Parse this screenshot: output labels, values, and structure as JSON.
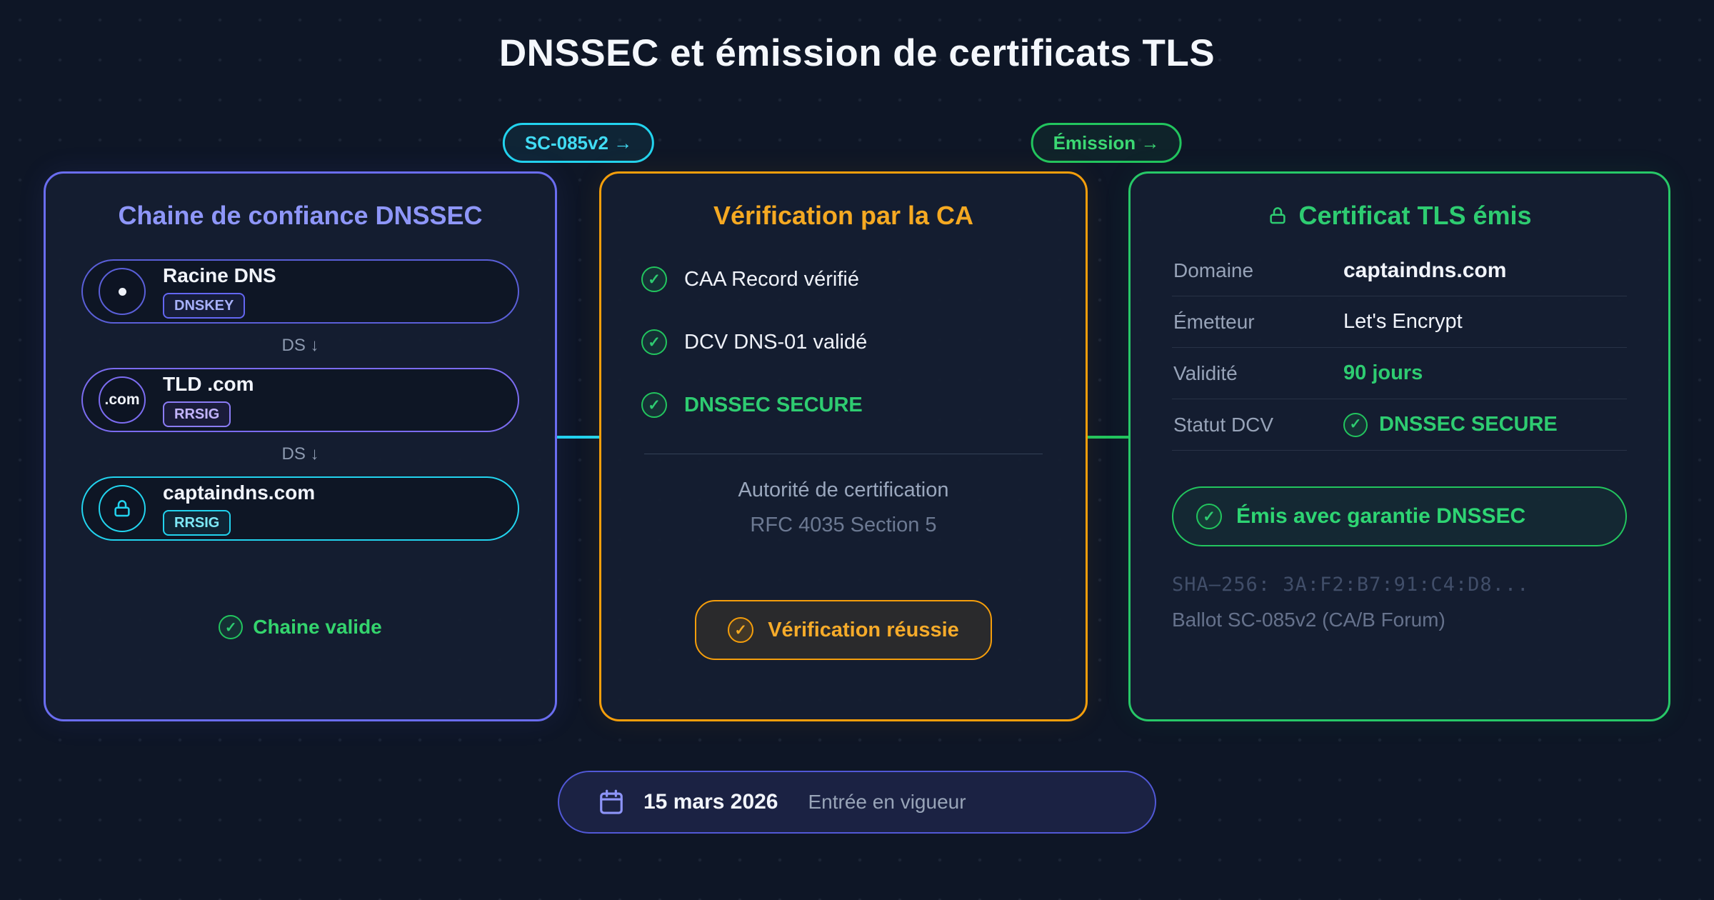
{
  "title": "DNSSEC et émission de certificats TLS",
  "flow_badges": {
    "sc": "SC-085v2 →",
    "emission": "Émission →"
  },
  "chain_panel": {
    "title": "Chaine de confiance DNSSEC",
    "nodes": [
      {
        "icon": "dns-root-dot-icon",
        "label": "Racine DNS",
        "badge": "DNSKEY"
      },
      {
        "icon": "tld-com-circle",
        "icon_text": ".com",
        "label": "TLD .com",
        "badge": "RRSIG"
      },
      {
        "icon": "lock-icon",
        "label": "captaindns.com",
        "badge": "RRSIG"
      }
    ],
    "ds_label_1": "DS ↓",
    "ds_label_2": "DS ↓",
    "valid_label": "Chaine valide"
  },
  "ca_panel": {
    "title": "Vérification par la CA",
    "checks": [
      {
        "label": "CAA Record vérifié"
      },
      {
        "label": "DCV DNS-01 validé"
      },
      {
        "label": "DNSSEC SECURE"
      }
    ],
    "authority_label": "Autorité de certification",
    "authority_ref": "RFC 4035 Section 5",
    "result_label": "Vérification réussie"
  },
  "cert_panel": {
    "title": "Certificat TLS émis",
    "rows": [
      {
        "label": "Domaine",
        "value": "captaindns.com"
      },
      {
        "label": "Émetteur",
        "value": "Let's Encrypt"
      },
      {
        "label": "Validité",
        "value": "90 jours"
      },
      {
        "label": "Statut DCV",
        "value": "DNSSEC SECURE"
      }
    ],
    "issued_label": "Émis avec garantie DNSSEC",
    "sha_line": "SHA–256:  3A:F2:B7:91:C4:D8...",
    "ballot_line": "Ballot SC-085v2 (CA/B Forum)"
  },
  "footer": {
    "date": "15 mars 2026",
    "label": "Entrée en vigueur"
  },
  "colors": {
    "accent_indigo": "#6a6df0",
    "accent_cyan": "#22d3ee",
    "accent_orange": "#f59e0b",
    "accent_green": "#22c55e"
  }
}
